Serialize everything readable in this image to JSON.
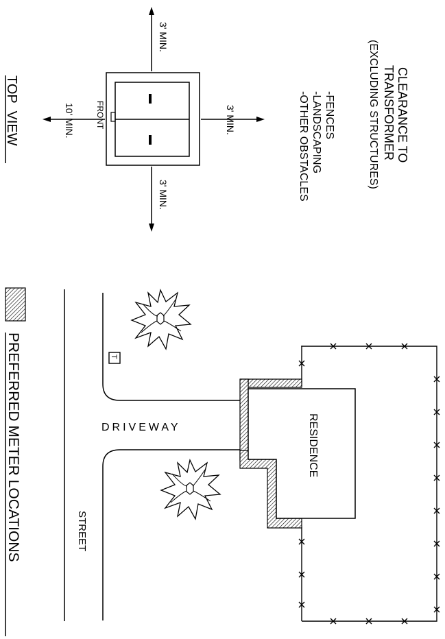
{
  "clearance": {
    "heading_line1": "CLEARANCE TO",
    "heading_line2": "TRANSFORMER",
    "heading_line3": "(EXCLUDING STRUCTURES)",
    "items": [
      "-FENCES",
      "-LANDSCAPING",
      "-OTHER OBSTACLES"
    ],
    "top_min": "3' MIN.",
    "bottom_min": "3' MIN.",
    "right_min": "3' MIN.",
    "front_min": "10' MIN.",
    "front_label": "FRONT",
    "view_label": "TOP  VIEW"
  },
  "site": {
    "residence": "RESIDENCE",
    "driveway": "DRIVEWAY",
    "street": "STREET",
    "transformer_mark": "T",
    "legend": "PREFERRED METER LOCATIONS"
  }
}
